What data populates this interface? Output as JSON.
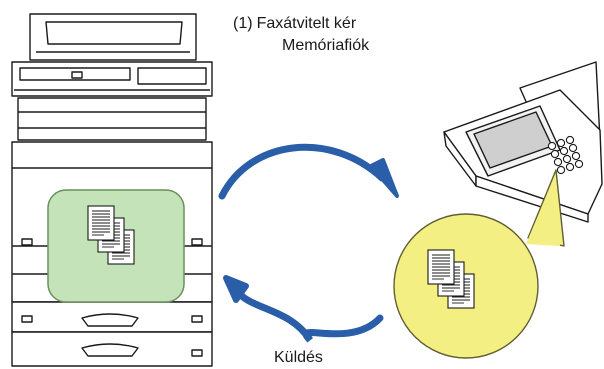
{
  "request": {
    "number": "(1)",
    "line1": "Faxátvitelt kér",
    "line2": "Memóriafiók"
  },
  "send_label": "Küldés",
  "colors": {
    "arrow": "#2a5ea8",
    "memory_box_fill": "#c5e3b8",
    "memory_box_stroke": "#6a8f5c",
    "bubble_fill": "#f3ef82",
    "bubble_stroke": "#5f5f34",
    "outline": "#1a1a1a"
  },
  "icons": {
    "mfp": "multifunction-printer-icon",
    "fax": "fax-machine-icon",
    "documents": "document-stack-icon"
  }
}
